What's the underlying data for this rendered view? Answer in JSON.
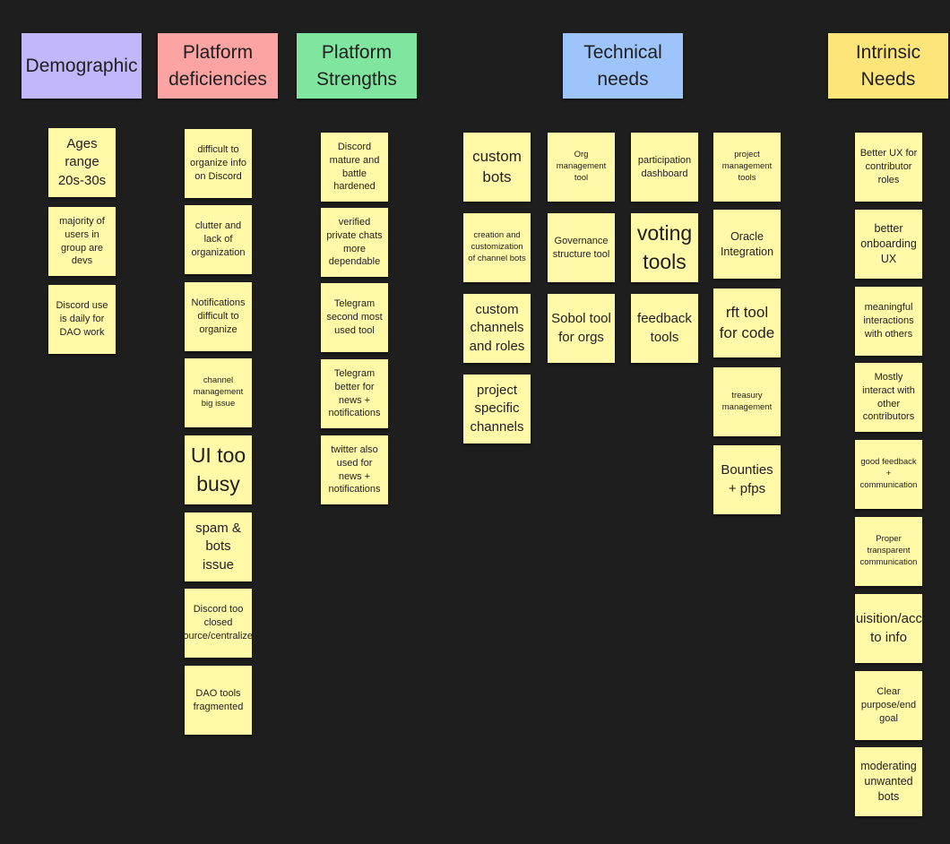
{
  "colors": {
    "background": "#1e1e1e",
    "sticky_yellow": "#fff9a8",
    "demographic": "#c3b7fb",
    "platform_deficiencies": "#fca3a3",
    "platform_strengths": "#7fe59f",
    "technical_needs": "#9dc4fb",
    "intrinsic_needs": "#fde57a"
  },
  "headers": {
    "demographic": "Demographic",
    "platform_deficiencies": "Platform deficiencies",
    "platform_strengths": "Platform Strengths",
    "technical_needs": "Technical needs",
    "intrinsic_needs": "Intrinsic Needs"
  },
  "demographic": [
    "Ages range 20s-30s",
    "majority of users in group are devs",
    "Discord use is daily for DAO work"
  ],
  "platform_deficiencies": [
    "difficult to organize info on Discord",
    "clutter and lack of organization",
    "Notifications difficult to organize",
    "channel management big issue",
    "UI too busy",
    "spam & bots issue",
    "Discord too closed source/centralized",
    "DAO tools fragmented"
  ],
  "platform_strengths": [
    "Discord mature and battle hardened",
    "verified private chats more dependable",
    "Telegram second most used tool",
    "Telegram better for news + notifications",
    "twitter also used for news + notifications"
  ],
  "technical_needs": {
    "col1": [
      "custom bots",
      "creation and customization of channel bots",
      "custom channels and roles",
      "project specific channels"
    ],
    "col2": [
      "Org management tool",
      "Governance structure tool",
      "Sobol tool for orgs"
    ],
    "col3": [
      "participation dashboard",
      "voting tools",
      "feedback tools"
    ],
    "col4": [
      "project management tools",
      "Oracle Integration",
      "rft tool for code",
      "treasury management",
      "Bounties + pfps"
    ]
  },
  "intrinsic_needs": [
    "Better UX for contributor roles",
    "better onboarding UX",
    "meaningful interactions with others",
    "Mostly interact with other contributors",
    "good feedback + communication",
    "Proper transparent communication",
    "acquisition/access to info",
    "Clear purpose/end goal",
    "moderating unwanted bots"
  ]
}
